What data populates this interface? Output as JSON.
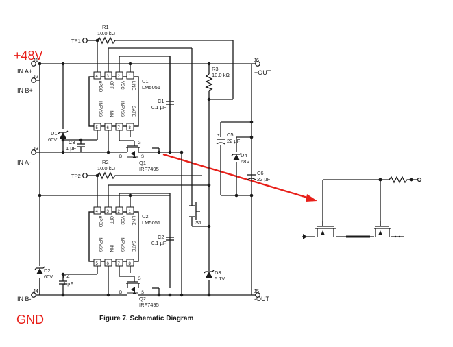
{
  "annotations": {
    "voltage_in": "+48V",
    "ground": "GND",
    "arrow_color": "#e8201a"
  },
  "caption": "Figure 7. Schematic Diagram",
  "terminals": {
    "in_a_plus": "IN A+",
    "in_b_plus": "IN B+",
    "in_a_minus": "IN A-",
    "in_b_minus": "IN B-",
    "out_plus": "+OUT",
    "out_minus": "-OUT",
    "j1": "J1",
    "j2": "J2",
    "j3": "J3",
    "j4": "J4",
    "j5": "J5",
    "j6": "J6",
    "tp1": "TP1",
    "tp2": "TP2"
  },
  "ic_pin_labels": {
    "top": [
      "nPGD",
      "OFF",
      "VCC",
      "LINE"
    ],
    "bottom": [
      "INPVSS",
      "INN",
      "INPVSS",
      "GATE"
    ],
    "top_numbers": [
      "4",
      "3",
      "2",
      "1"
    ],
    "bottom_numbers": [
      "5",
      "6",
      "7",
      "8"
    ]
  },
  "components": {
    "u1": {
      "ref": "U1",
      "value": "LM5051"
    },
    "u2": {
      "ref": "U2",
      "value": "LM5051"
    },
    "r1": {
      "ref": "R1",
      "value": "10.0 kΩ"
    },
    "r2": {
      "ref": "R2",
      "value": "10.0 kΩ"
    },
    "r3": {
      "ref": "R3",
      "value": "10.0 kΩ"
    },
    "c1": {
      "ref": "C1",
      "value": "0.1 µF"
    },
    "c2": {
      "ref": "C2",
      "value": "0.1 µF"
    },
    "c3": {
      "ref": "C3",
      "value": "1 µF"
    },
    "c4": {
      "ref": "C4",
      "value": "1 µF"
    },
    "c5": {
      "ref": "C5",
      "value": "22 µF"
    },
    "c6": {
      "ref": "C6",
      "value": "22 µF"
    },
    "d1": {
      "ref": "D1",
      "value": "60V"
    },
    "d2": {
      "ref": "D2",
      "value": "60V"
    },
    "d3": {
      "ref": "D3",
      "value": "5.1V"
    },
    "d4": {
      "ref": "D4",
      "value": "68V"
    },
    "q1": {
      "ref": "Q1",
      "value": "IRF7495"
    },
    "q2": {
      "ref": "Q2",
      "value": "IRF7495"
    },
    "s1": {
      "ref": "S1"
    }
  },
  "mosfet_pins": {
    "g": "G",
    "d": "D",
    "s": "S"
  }
}
